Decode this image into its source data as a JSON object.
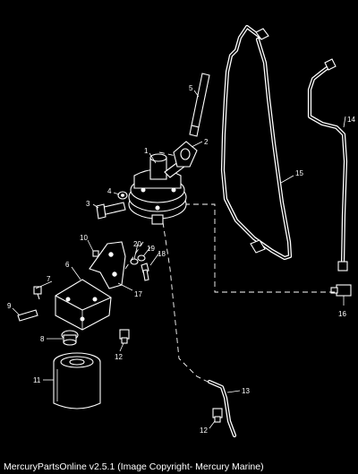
{
  "diagram": {
    "part_numbers": [
      "1",
      "2",
      "3",
      "4",
      "5",
      "6",
      "7",
      "8",
      "9",
      "10",
      "11",
      "12",
      "12",
      "13",
      "14",
      "15",
      "16",
      "17",
      "18",
      "19",
      "20"
    ]
  },
  "footer": {
    "caption": "MercuryPartsOnline v2.5.1 (Image Copyright- Mercury Marine)"
  }
}
